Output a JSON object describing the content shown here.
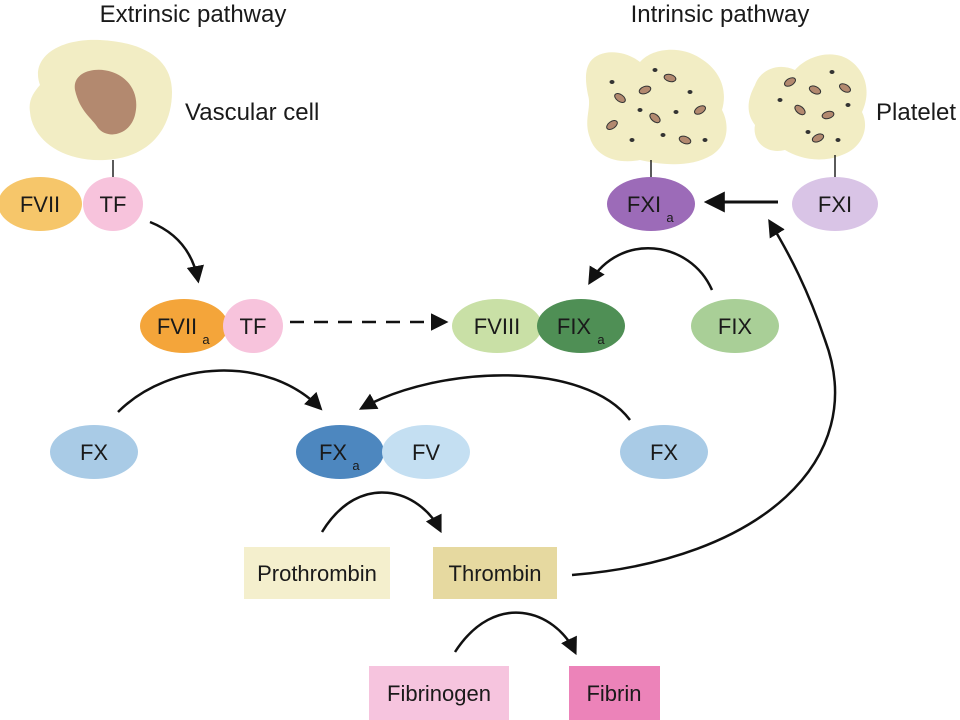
{
  "headers": {
    "extrinsic": "Extrinsic pathway",
    "intrinsic": "Intrinsic pathway"
  },
  "cells": {
    "vascular": "Vascular cell",
    "platelet": "Platelet"
  },
  "factors": {
    "fvii": "FVII",
    "tf1": "TF",
    "fviia": "FVII",
    "fviia_sub": "a",
    "tf2": "TF",
    "fviii": "FVIII",
    "fixa": "FIX",
    "fixa_sub": "a",
    "fix": "FIX",
    "fxi": "FXI",
    "fxia": "FXI",
    "fxia_sub": "a",
    "fx_left": "FX",
    "fxa": "FX",
    "fxa_sub": "a",
    "fv": "FV",
    "fx_right": "FX"
  },
  "products": {
    "prothrombin": "Prothrombin",
    "thrombin": "Thrombin",
    "fibrinogen": "Fibrinogen",
    "fibrin": "Fibrin"
  },
  "colors": {
    "cell_fill": "#f2edc4",
    "nucleus": "#b3896f",
    "granule": "#b3896f",
    "fvii": "#f6c66a",
    "tf": "#f7c3dc",
    "fviia": "#f4a53a",
    "fviii": "#c9e0a6",
    "fixa": "#4f8f55",
    "fix": "#a9cf97",
    "fxi": "#d9c4e6",
    "fxia": "#9c6bb8",
    "fx": "#a9cbe6",
    "fxa": "#4d87bf",
    "fv": "#c4dff2",
    "prothrombin": "#f4efcd",
    "thrombin": "#e6d9a0",
    "fibrinogen": "#f6c4de",
    "fibrin": "#ec83b9"
  }
}
